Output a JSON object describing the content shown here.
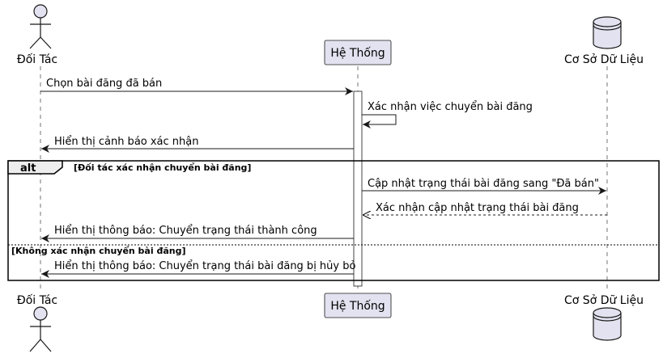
{
  "participants": {
    "partner": "Đối Tác",
    "system": "Hệ Thống",
    "database": "Cơ Sở Dữ Liệu"
  },
  "messages": {
    "m1": "Chọn bài đăng đã bán",
    "m2": "Xác nhận việc chuyển bài đăng",
    "m3": "Hiển thị cảnh báo xác nhận",
    "m4": "Cập nhật trạng thái bài đăng sang \"Đã bán\"",
    "m5": "Xác nhận cập nhật trạng thái bài đăng",
    "m6": "Hiển thị thông báo: Chuyển trạng thái thành công",
    "m7": "Hiển thị thông báo: Chuyển trạng thái bài đăng bị hủy bỏ"
  },
  "alt": {
    "keyword": "alt",
    "guard1": "[Đối tác xác nhận chuyển bài đăng]",
    "guard2": "[Không xác nhận chuyển bài đăng]"
  },
  "colors": {
    "participant_fill": "#e2e2f0",
    "participant_stroke": "#181818",
    "lifeline": "#181818",
    "frame_stroke": "#000000"
  }
}
